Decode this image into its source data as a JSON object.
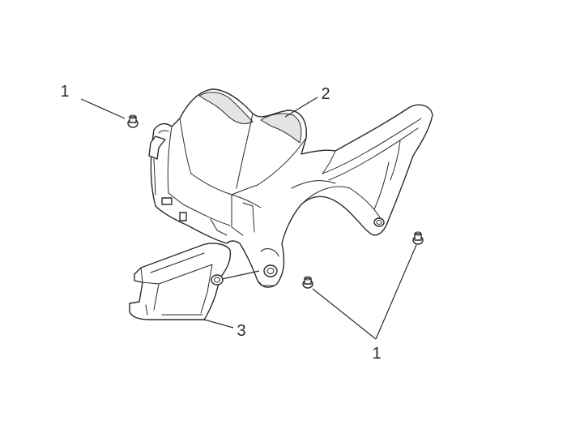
{
  "callouts": {
    "bolt_top_left": "1",
    "cover_center": "2",
    "bracket_lower": "3",
    "bolts_lower_right": "1"
  },
  "colors": {
    "line": "#2a2a2a",
    "background": "#ffffff",
    "shade": "#e4e4e4"
  }
}
